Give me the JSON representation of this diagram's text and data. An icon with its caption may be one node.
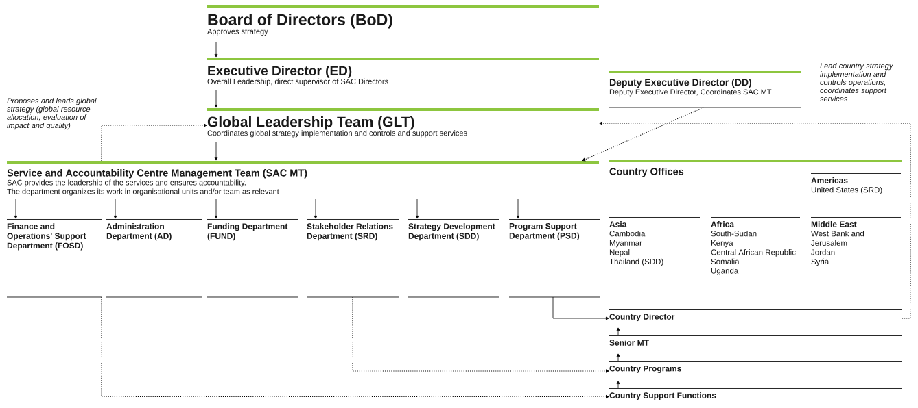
{
  "diagram": {
    "nodes": [
      {
        "text": [
          "Board of Directors (BoD)",
          "Approves strategy"
        ]
      },
      {
        "text": [
          "Executive Director (ED)",
          "Overall Leadership, direct supervisor of SAC Directors"
        ]
      },
      {
        "text": [
          "Global Leadership Team (GLT)",
          "Coordinates global strategy implementation and controls and support services"
        ]
      },
      {
        "text": [
          "Deputy Executive Director (DD)",
          "Deputy Executive Director, Coordinates SAC MT"
        ]
      },
      {
        "text": [
          "Service and Accountability Centre Management Team (SAC MT)",
          "SAC provides the leadership of the services and ensures accountability.",
          "The department organizes its work in organisational units and/or team as relevant"
        ]
      },
      {
        "text": [
          "Finance and Operations' Support Department (FOSD)"
        ]
      },
      {
        "text": [
          "Administration Department (AD)"
        ]
      },
      {
        "text": [
          "Funding Department (FUND)"
        ]
      },
      {
        "text": [
          "Stakeholder Relations Department (SRD)"
        ]
      },
      {
        "text": [
          "Strategy Development Department (SDD)"
        ]
      },
      {
        "text": [
          "Program Support Department (PSD)"
        ]
      },
      {
        "text": [
          "Country Offices"
        ]
      },
      {
        "text": [
          "Americas",
          "United States (SRD)"
        ],
        "in": 11
      },
      {
        "text": [
          "Asia",
          "Cambodia",
          "Myanmar",
          "Nepal",
          "Thailand (SDD)"
        ],
        "in": 11
      },
      {
        "text": [
          "Africa",
          "South-Sudan",
          "Kenya",
          "Central African Republic",
          "Somalia",
          "Uganda"
        ],
        "in": 11
      },
      {
        "text": [
          "Middle East",
          "West Bank and Jerusalem",
          "Jordan",
          "Syria"
        ],
        "in": 11
      },
      {
        "text": [
          "Country Director"
        ]
      },
      {
        "text": [
          "Senior MT"
        ]
      },
      {
        "text": [
          "Country Programs"
        ]
      },
      {
        "text": [
          "Country Support Functions"
        ]
      }
    ],
    "edges": [
      {
        "from": 0,
        "to": 1,
        "arrow": "to"
      },
      {
        "from": 1,
        "to": 2,
        "arrow": "to"
      },
      {
        "from": 2,
        "to": 4,
        "arrow": "to"
      },
      {
        "from": 4,
        "to": 5,
        "arrow": "to"
      },
      {
        "from": 4,
        "to": 6,
        "arrow": "to"
      },
      {
        "from": 4,
        "to": 7,
        "arrow": "to"
      },
      {
        "from": 4,
        "to": 8,
        "arrow": "to"
      },
      {
        "from": 4,
        "to": 9,
        "arrow": "to"
      },
      {
        "from": 4,
        "to": 10,
        "arrow": "to"
      },
      {
        "from": 4,
        "to": 2,
        "arrow": "to",
        "style": "dashed",
        "label": "Proposes and leads global strategy (global resource allocation, evaluation of impact and quality)"
      },
      {
        "from": 3,
        "to": 4,
        "arrow": "to",
        "style": "dashed"
      },
      {
        "from": 16,
        "to": 2,
        "arrow": "to",
        "style": "dashed",
        "label": "Lead country strategy implementation and controls operations, coordinates support services"
      },
      {
        "from": 10,
        "to": 16,
        "arrow": "to"
      },
      {
        "from": 8,
        "to": 18,
        "arrow": "to",
        "style": "dashed"
      },
      {
        "from": 5,
        "to": 19,
        "arrow": "to",
        "style": "dashed"
      },
      {
        "from": 17,
        "to": 16,
        "arrow": "to"
      },
      {
        "from": 18,
        "to": 17,
        "arrow": "to"
      },
      {
        "from": 19,
        "to": 18,
        "arrow": "to"
      }
    ]
  }
}
